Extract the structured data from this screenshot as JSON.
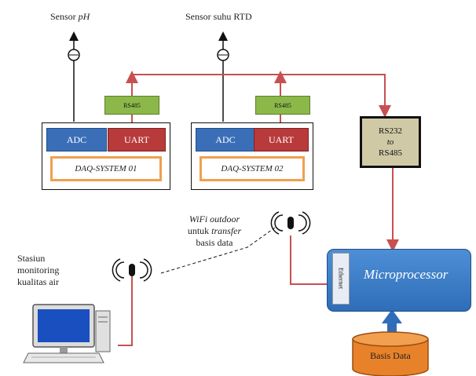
{
  "sensors": {
    "ph_prefix": "Sensor ",
    "ph_italic": "pH",
    "rtd": "Sensor suhu RTD"
  },
  "daq1": {
    "adc": "ADC",
    "uart": "UART",
    "name": "DAQ-SYSTEM 01"
  },
  "daq2": {
    "adc": "ADC",
    "uart": "UART",
    "name": "DAQ-SYSTEM 02"
  },
  "rs485_1": "RS485",
  "rs485_2": "RS485",
  "rs232": {
    "line1": "RS232",
    "line2": "to",
    "line3": "RS485"
  },
  "micro": {
    "label": "Microprocessor",
    "ethernet": "Ethernet"
  },
  "wifi": {
    "line1": "WiFi outdoor",
    "line2_pre": "untuk ",
    "line2_it": "transfer",
    "line3": "basis data"
  },
  "station": {
    "line1": "Stasiun",
    "line2": "monitoring",
    "line3": "kualitas air"
  },
  "db": {
    "label": "Basis Data"
  },
  "colors": {
    "link_red": "#c85050",
    "adc_blue": "#3a6fb8",
    "uart_red": "#b83a3a",
    "rs485_green": "#8cb84a",
    "daq_orange": "#f0a050",
    "db_orange": "#e8822a",
    "micro_blue": "#3a7cc8"
  }
}
